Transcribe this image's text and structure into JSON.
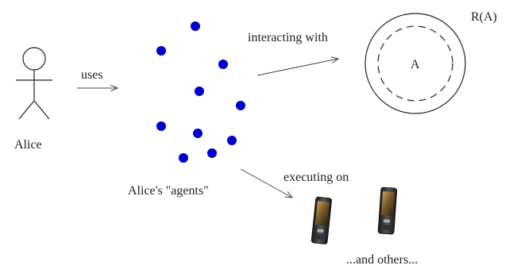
{
  "labels": {
    "user": "Alice",
    "uses": "uses",
    "agents": "Alice's \"agents\"",
    "interacting": "interacting with",
    "executing": "executing on",
    "others": "...and others...",
    "resource_outer": "R(A)",
    "resource_inner": "A"
  },
  "agent_count": 10,
  "colors": {
    "agent": "#0000cc",
    "line": "#222222"
  },
  "icons": [
    "stick-figure-icon",
    "mobile-phone-icon",
    "mobile-phone-icon"
  ]
}
